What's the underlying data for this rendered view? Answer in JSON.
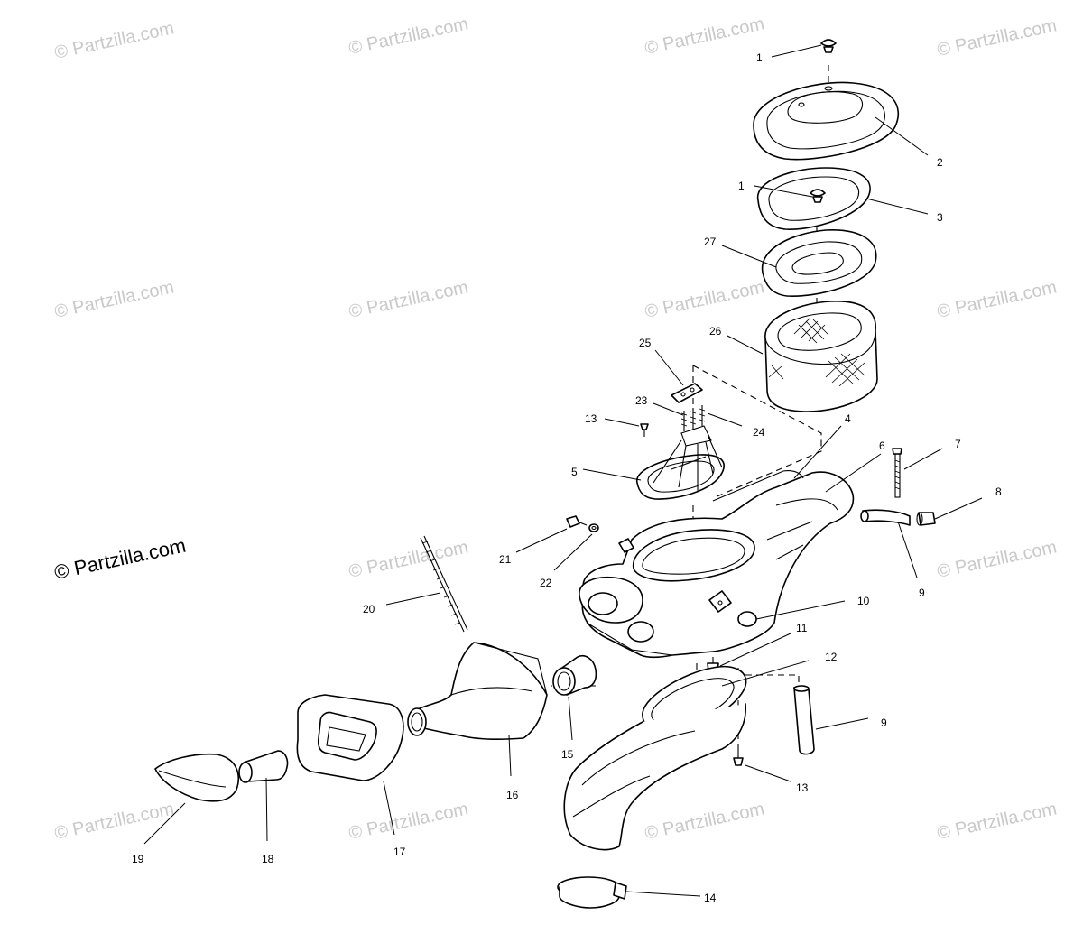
{
  "watermark": {
    "text": "© Partzilla.com",
    "main_text": "© Partzilla.com"
  },
  "callouts": {
    "c1a": "1",
    "c1b": "1",
    "c2": "2",
    "c3": "3",
    "c4": "4",
    "c5": "5",
    "c6": "6",
    "c7": "7",
    "c8": "8",
    "c9a": "9",
    "c9b": "9",
    "c10": "10",
    "c11": "11",
    "c12": "12",
    "c13a": "13",
    "c13b": "13",
    "c14": "14",
    "c15": "15",
    "c16": "16",
    "c17": "17",
    "c18": "18",
    "c19": "19",
    "c20": "20",
    "c21": "21",
    "c22": "22",
    "c23": "23",
    "c24": "24",
    "c25": "25",
    "c26": "26",
    "c27": "27"
  },
  "colors": {
    "line": "#000000",
    "watermark": "#c9c9c9",
    "background": "#ffffff"
  }
}
